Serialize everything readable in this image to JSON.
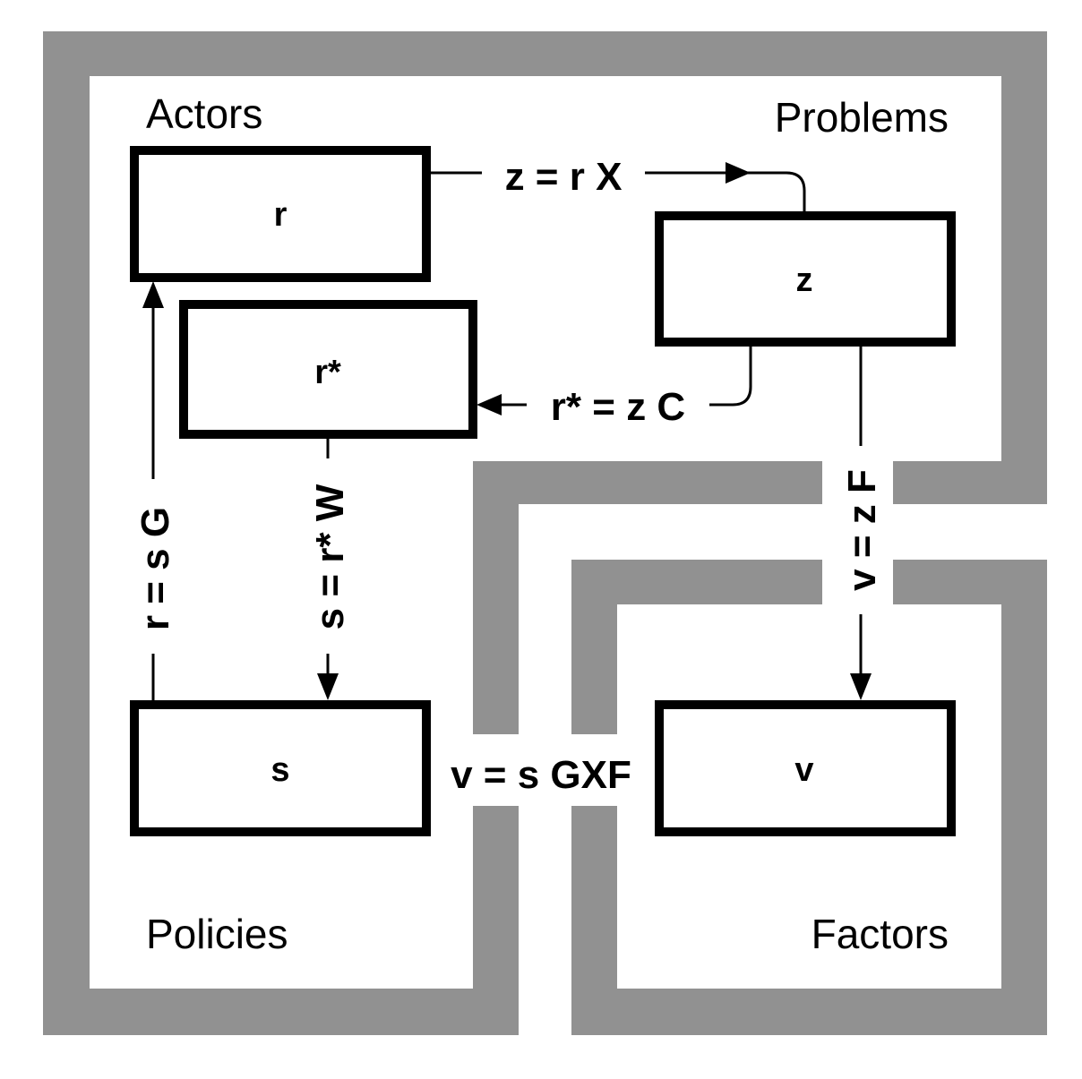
{
  "regions": {
    "actors": "Actors",
    "problems": "Problems",
    "policies": "Policies",
    "factors": "Factors"
  },
  "boxes": {
    "r": "r",
    "r_star": "r*",
    "z": "z",
    "s": "s",
    "v": "v"
  },
  "equations": {
    "z_eq": "z = r X",
    "r_star_eq": "r* = z C",
    "v_from_z_eq": "v = z F",
    "s_eq": "s = r* W",
    "r_eq": "r = s G",
    "v_from_s_eq": "v = s GXF"
  },
  "colors": {
    "wall": "#919191",
    "box_border": "#000000",
    "background": "#ffffff"
  }
}
